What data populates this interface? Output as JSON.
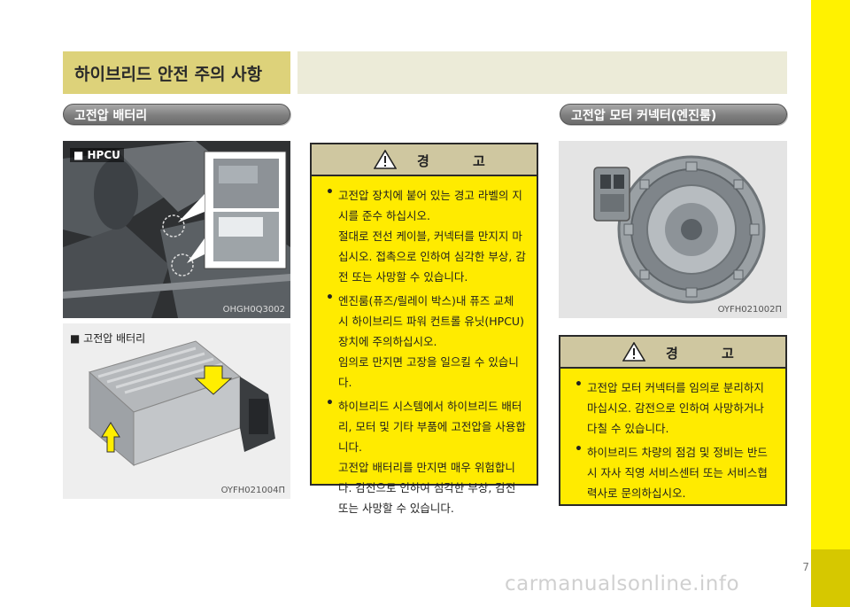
{
  "section_header": {
    "title": "하이브리드 안전 주의 사항"
  },
  "left_column": {
    "heading": "고전압 배터리",
    "photo_top": {
      "label": "HPCU",
      "caption": "OHGH0Q3002"
    },
    "photo_bottom": {
      "label": "고전압 배터리",
      "caption": "OYFH021004Π"
    }
  },
  "middle_warning": {
    "title": "경 고",
    "items": [
      [
        "고전압 장치에 붙어 있는 경고 라벨의 지시를 준수 하십시오.",
        "절대로 전선 케이블, 커넥터를 만지지 마십시오. 접촉으로 인하여 심각한 부상, 감전 또는 사망할 수 있습니다."
      ],
      [
        "엔진룸(퓨즈/릴레이 박스)내 퓨즈 교체 시 하이브리드 파워 컨트롤 유닛(HPCU) 장치에 주의하십시오.",
        "임의로 만지면 고장을 일으킬 수 있습니다."
      ],
      [
        "하이브리드 시스템에서 하이브리드 배터리, 모터 및 기타 부품에 고전압을 사용합니다.",
        "고전압 배터리를 만지면 매우 위험합니다. 감전으로 인하여 심각한 부상, 감전 또는 사망할 수 있습니다."
      ]
    ]
  },
  "right_column": {
    "heading": "고전압 모터 커넥터(엔진룸)",
    "photo": {
      "caption": "OYFH021002Π"
    },
    "warning": {
      "title": "경 고",
      "items": [
        [
          "고전압 모터 커넥터를 임의로 분리하지 마십시오. 감전으로 인하여 사망하거나 다칠 수 있습니다."
        ],
        [
          "하이브리드 차량의 점검 및 정비는 반드시 자사 직영 서비스센터 또는 서비스협력사로 문의하십시오."
        ]
      ]
    }
  },
  "page_number": "7",
  "watermark": "carmanualsonline.info",
  "colors": {
    "side_tab": "#fff200",
    "warning_bg": "#ffeb00",
    "header_tan": "#ddd27a"
  }
}
